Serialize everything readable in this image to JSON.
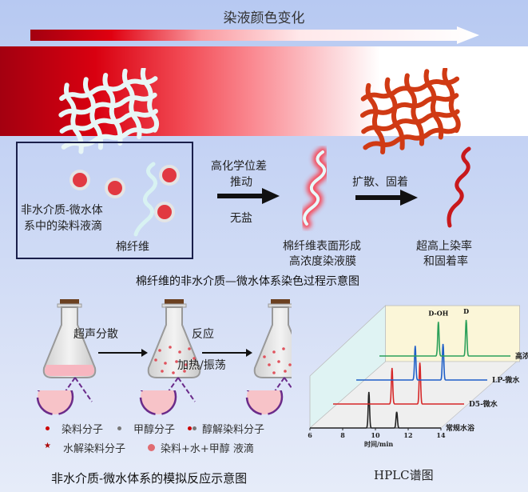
{
  "top": {
    "title": "染液颜色变化",
    "gradient_start": "#a30010",
    "gradient_end": "#ffffff",
    "fabric_before": "white-cotton-fabric",
    "fabric_after": "dyed-red-fabric"
  },
  "process": {
    "box_label_line1": "非水介质-微水体",
    "box_label_line2": "系中的染料液滴",
    "fiber_label": "棉纤维",
    "step1_above_line1": "高化学位差",
    "step1_above_line2": "推动",
    "step1_below": "无盐",
    "membrane_line1": "棉纤维表面形成",
    "membrane_line2": "高浓度染液膜",
    "step2_above": "扩散、固着",
    "result_line1": "超高上染率",
    "result_line2": "和固着率",
    "caption": "棉纤维的非水介质—微水体系染色过程示意图"
  },
  "reaction": {
    "step1_label": "超声分散",
    "step2_above": "反应",
    "step2_below": "加热/振荡",
    "legend": {
      "dye_molecule": "染料分子",
      "methanol_molecule": "甲醇分子",
      "alcoholysis_dye": "醇解染料分子",
      "hydrolysis_dye": "水解染料分子",
      "droplet": "染料+水+甲醇 液滴"
    },
    "caption": "非水介质-微水体系的模拟反应示意图"
  },
  "chart_data": {
    "type": "line",
    "title": "HPLC谱图",
    "xlabel": "时间/min",
    "xlim": [
      6,
      14
    ],
    "xticks": [
      "6",
      "8",
      "10",
      "12",
      "14"
    ],
    "peak_labels": [
      "D-OH",
      "D"
    ],
    "series": [
      {
        "name": "常规水浴",
        "color": "#222222",
        "peaks": [
          {
            "x": 9.6,
            "h": 1.0
          },
          {
            "x": 11.3,
            "h": 0.45
          }
        ]
      },
      {
        "name": "D5-微水",
        "color": "#d62728",
        "peaks": [
          {
            "x": 9.6,
            "h": 1.0
          },
          {
            "x": 11.3,
            "h": 1.15
          }
        ]
      },
      {
        "name": "LP-微水",
        "color": "#1f5fc8",
        "peaks": [
          {
            "x": 9.6,
            "h": 0.95
          },
          {
            "x": 11.3,
            "h": 1.0
          }
        ]
      },
      {
        "name": "高浓度水浴",
        "color": "#2ca05a",
        "peaks": [
          {
            "x": 9.6,
            "h": 0.95
          },
          {
            "x": 11.3,
            "h": 1.0
          }
        ]
      }
    ]
  }
}
